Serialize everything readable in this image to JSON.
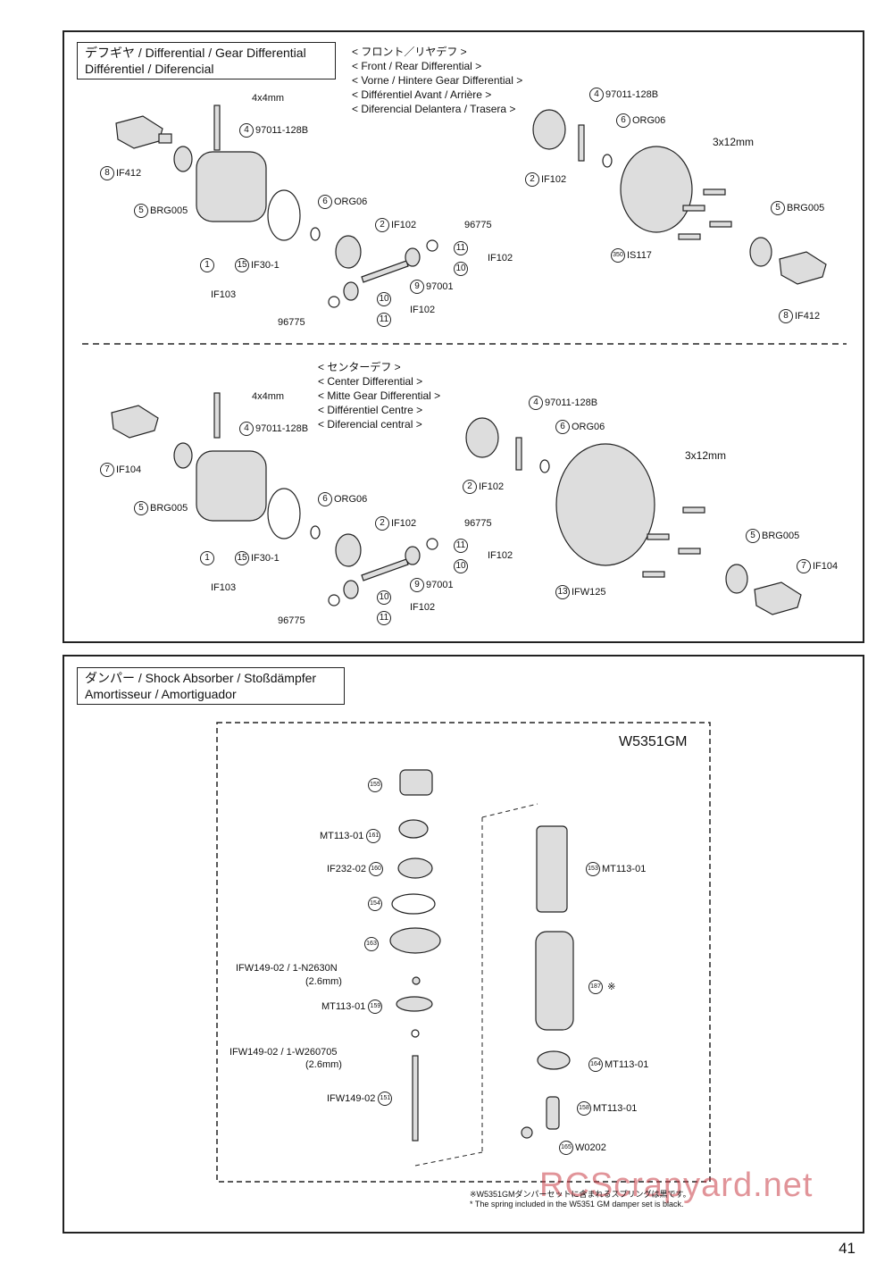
{
  "page_number": "41",
  "watermark": "RCScrapyard.net",
  "differential": {
    "title_line1": "デフギヤ / Differential / Gear Differential",
    "title_line2": "Différentiel / Diferencial",
    "front_rear_heading": [
      "< フロント／リヤデフ >",
      "< Front / Rear Differential >",
      "< Vorne / Hintere Gear Differential >",
      "< Différentiel Avant / Arrière >",
      "< Diferencial Delantera / Trasera >"
    ],
    "center_heading": [
      "< センターデフ >",
      "< Center Differential >",
      "< Mitte Gear Differential >",
      "< Différentiel Centre >",
      "< Diferencial central >"
    ],
    "front_labels": {
      "screw_4x4": "4x4mm",
      "p4_97011": "97011-128B",
      "p8_if412": "IF412",
      "p5_brg005": "BRG005",
      "p1": "",
      "p15_if30": "IF30-1",
      "if103": "IF103",
      "p6_org06": "ORG06",
      "p2_if102": "IF102",
      "p96775_a": "96775",
      "if102_a": "IF102",
      "p9_97001": "97001",
      "p96775_b": "96775",
      "if102_b": "IF102",
      "r_p4_97011": "97011-128B",
      "r_p6_org06": "ORG06",
      "r_screw_3x12": "3x12mm",
      "r_p2_if102": "IF102",
      "r_p5_brg005": "BRG005",
      "r_p350_is117": "IS117",
      "r_p8_if412": "IF412"
    },
    "center_labels": {
      "screw_4x4": "4x4mm",
      "p4_97011": "97011-128B",
      "p7_if104": "IF104",
      "p5_brg005": "BRG005",
      "p15_if30": "IF30-1",
      "if103": "IF103",
      "p6_org06": "ORG06",
      "p2_if102": "IF102",
      "p96775_a": "96775",
      "if102_a": "IF102",
      "p9_97001": "97001",
      "p96775_b": "96775",
      "if102_b": "IF102",
      "r_p4_97011": "97011-128B",
      "r_p6_org06": "ORG06",
      "r_p2_if102": "IF102",
      "r_screw_3x12": "3x12mm",
      "r_p5_brg005": "BRG005",
      "r_p7_if104": "IF104",
      "r_p13_ifw125": "IFW125"
    }
  },
  "shock": {
    "title_line1": "ダンパー / Shock Absorber / Stoßdämpfer",
    "title_line2": "Amortisseur / Amortiguador",
    "set_name": "W5351GM",
    "left_labels": {
      "p155": "",
      "mt113_161": "MT113-01",
      "if232_160": "IF232-02",
      "p154": "",
      "p163": "",
      "ifw149_n2630n": "IFW149-02 / 1-N2630N",
      "size_26a": "(2.6mm)",
      "mt113_159": "MT113-01",
      "ifw149_w260705": "IFW149-02 / 1-W260705",
      "size_26b": "(2.6mm)",
      "ifw149_151": "IFW149-02"
    },
    "right_labels": {
      "mt113_153": "MT113-01",
      "p187_mark": "※",
      "mt113_164": "MT113-01",
      "mt113_158": "MT113-01",
      "w0202_165": "W0202"
    },
    "note_jp": "※W5351GMダンパーセットに含まれるスプリングは黒です。",
    "note_en": "* The spring included in the W5351 GM damper set is black."
  },
  "circled_numbers": {
    "n1": "1",
    "n2": "2",
    "n4": "4",
    "n5": "5",
    "n6": "6",
    "n7": "7",
    "n8": "8",
    "n9": "9",
    "n10": "10",
    "n11": "11",
    "n13": "13",
    "n15": "15",
    "n151": "151",
    "n153": "153",
    "n154": "154",
    "n155": "155",
    "n158": "158",
    "n159": "159",
    "n160": "160",
    "n161": "161",
    "n163": "163",
    "n164": "164",
    "n165": "165",
    "n187": "187",
    "n350": "350"
  }
}
